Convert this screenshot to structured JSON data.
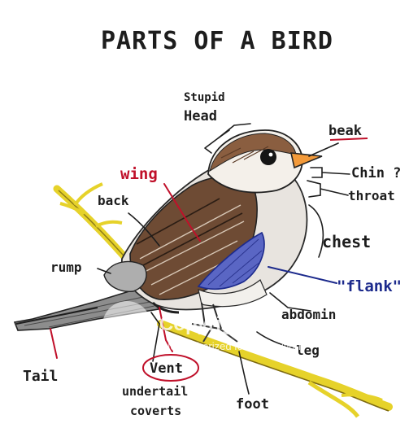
{
  "title": "PARTS OF A BIRD",
  "labels": {
    "stupid": "Stupid",
    "head": "Head",
    "beak": "beak",
    "chin": "Chin ?",
    "throat": "throat",
    "chest": "chest",
    "flank": "\"flank\"",
    "abdomin": "abdomin",
    "leg": "leg",
    "foot": "foot",
    "vent": "Vent",
    "undertail": "undertail",
    "coverts": "coverts",
    "tail": "Tail",
    "rump": "rump",
    "back": "back",
    "wing": "wing"
  },
  "watermark": {
    "line1": "Copyrighted",
    "line2": "Not authorized for distribution."
  },
  "colors": {
    "ink": "#1d1d1d",
    "red": "#c0102a",
    "blue": "#1c2a8c",
    "branch": "#e6d22a",
    "brown": "#7a5238",
    "flank_fill": "#5a66c4"
  }
}
